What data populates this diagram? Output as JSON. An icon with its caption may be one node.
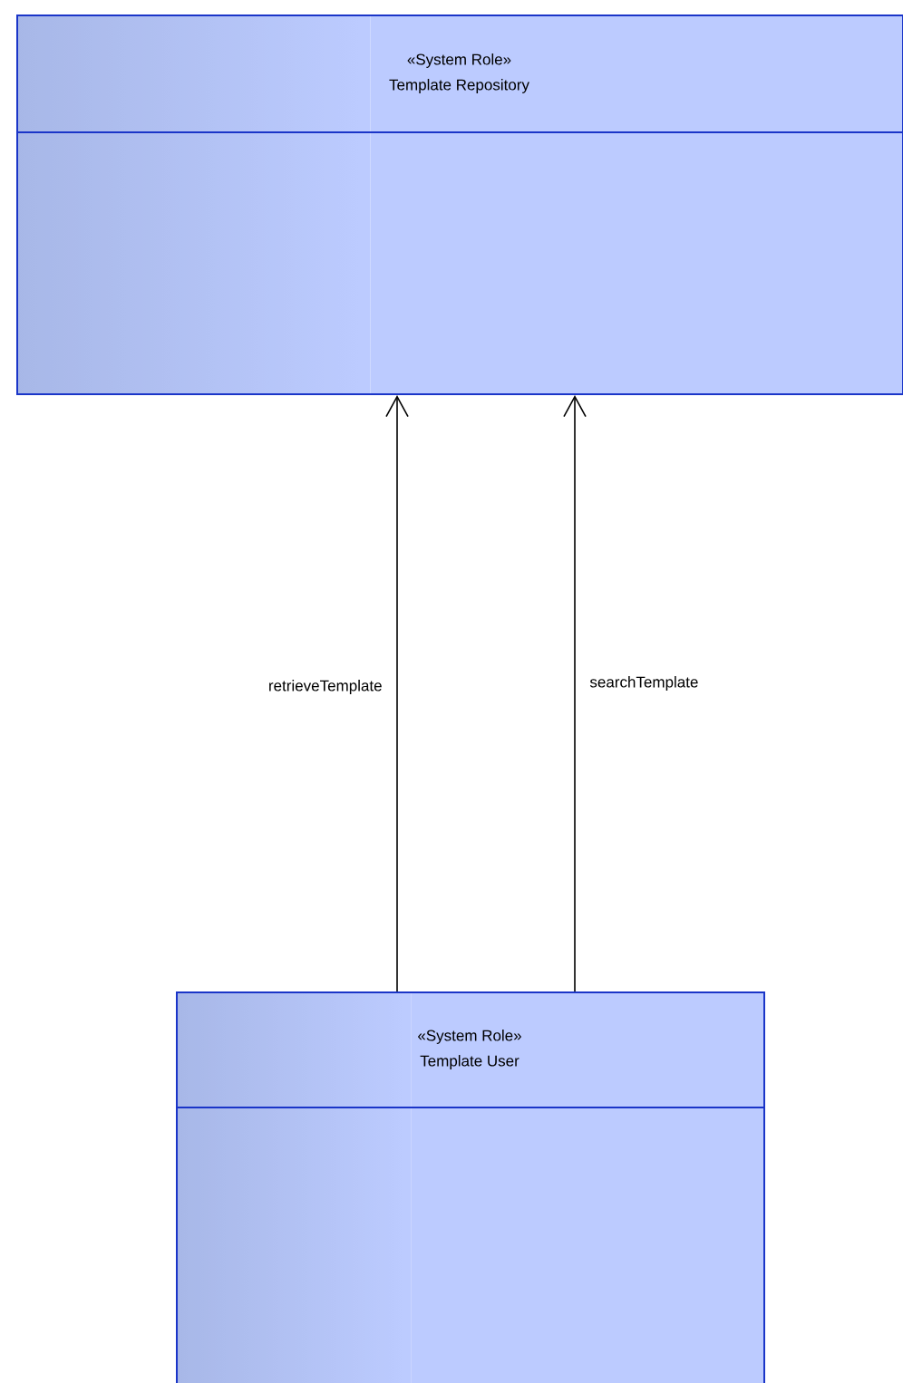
{
  "diagram": {
    "nodes": [
      {
        "text": [
          "«System Role»",
          "Template Repository"
        ]
      },
      {
        "text": [
          "«System Role»",
          "Template User"
        ]
      }
    ],
    "edges": [
      {
        "from": 1,
        "to": 0,
        "arrow": "to",
        "label": "retrieveTemplate"
      },
      {
        "from": 1,
        "to": 0,
        "arrow": "to",
        "label": "searchTemplate"
      }
    ]
  }
}
